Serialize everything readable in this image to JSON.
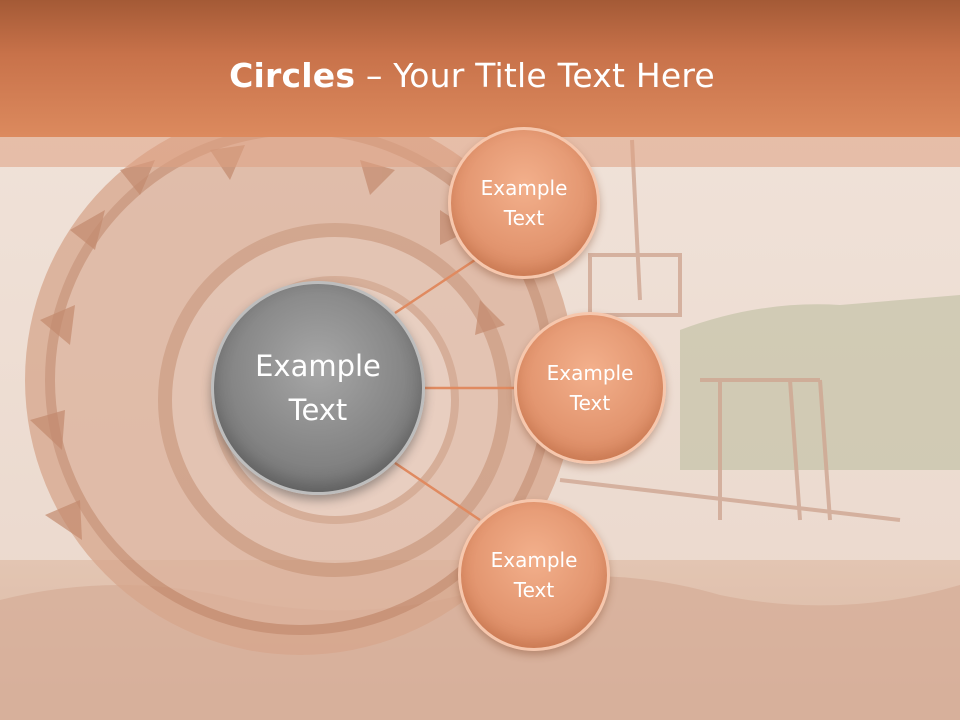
{
  "slide": {
    "title_bold": "Circles",
    "title_rest": " – Your Title Text Here",
    "center": {
      "label": "Example\nText"
    },
    "satellites": [
      {
        "label": "Example\nText"
      },
      {
        "label": "Example\nText"
      },
      {
        "label": "Example\nText"
      }
    ]
  },
  "colors": {
    "header": "#c8724a",
    "satellite_fill": "#e39670",
    "center_fill": "#858585",
    "connector": "#e08a60"
  },
  "icons": {
    "background": "bucket-wheel-excavator-photo"
  }
}
